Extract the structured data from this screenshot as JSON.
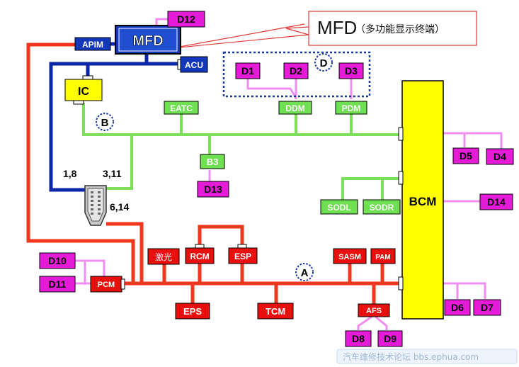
{
  "callout": {
    "title": "MFD",
    "subtitle": "（多功能显示终端）"
  },
  "nodes": {
    "d12": "D12",
    "mfd": "MFD",
    "apim": "APIM",
    "acu": "ACU",
    "ic": "IC",
    "eatc": "EATC",
    "ddm": "DDM",
    "pdm": "PDM",
    "b3": "B3",
    "d13": "D13",
    "d1": "D1",
    "d2": "D2",
    "d3": "D3",
    "bcm": "BCM",
    "d5": "D5",
    "d4": "D4",
    "d14": "D14",
    "sodl": "SODL",
    "sodr": "SODR",
    "d6": "D6",
    "d7": "D7",
    "d10": "D10",
    "d11": "D11",
    "pcm": "PCM",
    "laser": "激光",
    "rcm": "RCM",
    "esp": "ESP",
    "sasm": "SASM",
    "pam": "PAM",
    "eps": "EPS",
    "tcm": "TCM",
    "afs": "AFS",
    "d8": "D8",
    "d9": "D9"
  },
  "bus_labels": {
    "a": "A",
    "b": "B",
    "d": "D"
  },
  "pin_labels": {
    "p18": "1,8",
    "p311": "3,11",
    "p614": "6,14"
  },
  "watermark": "汽车维修技术论坛 bbs.ephua.com",
  "colors": {
    "red_bus": "#f0361c",
    "green_bus": "#7ee05a",
    "blue_bus": "#0a25a8",
    "magenta_wire": "#f08ef0",
    "red_module": "#e8100e",
    "green_module": "#6fe052",
    "magenta_module": "#e51bd8",
    "yellow_module": "#ffff00",
    "blue_module": "#1237b8"
  }
}
